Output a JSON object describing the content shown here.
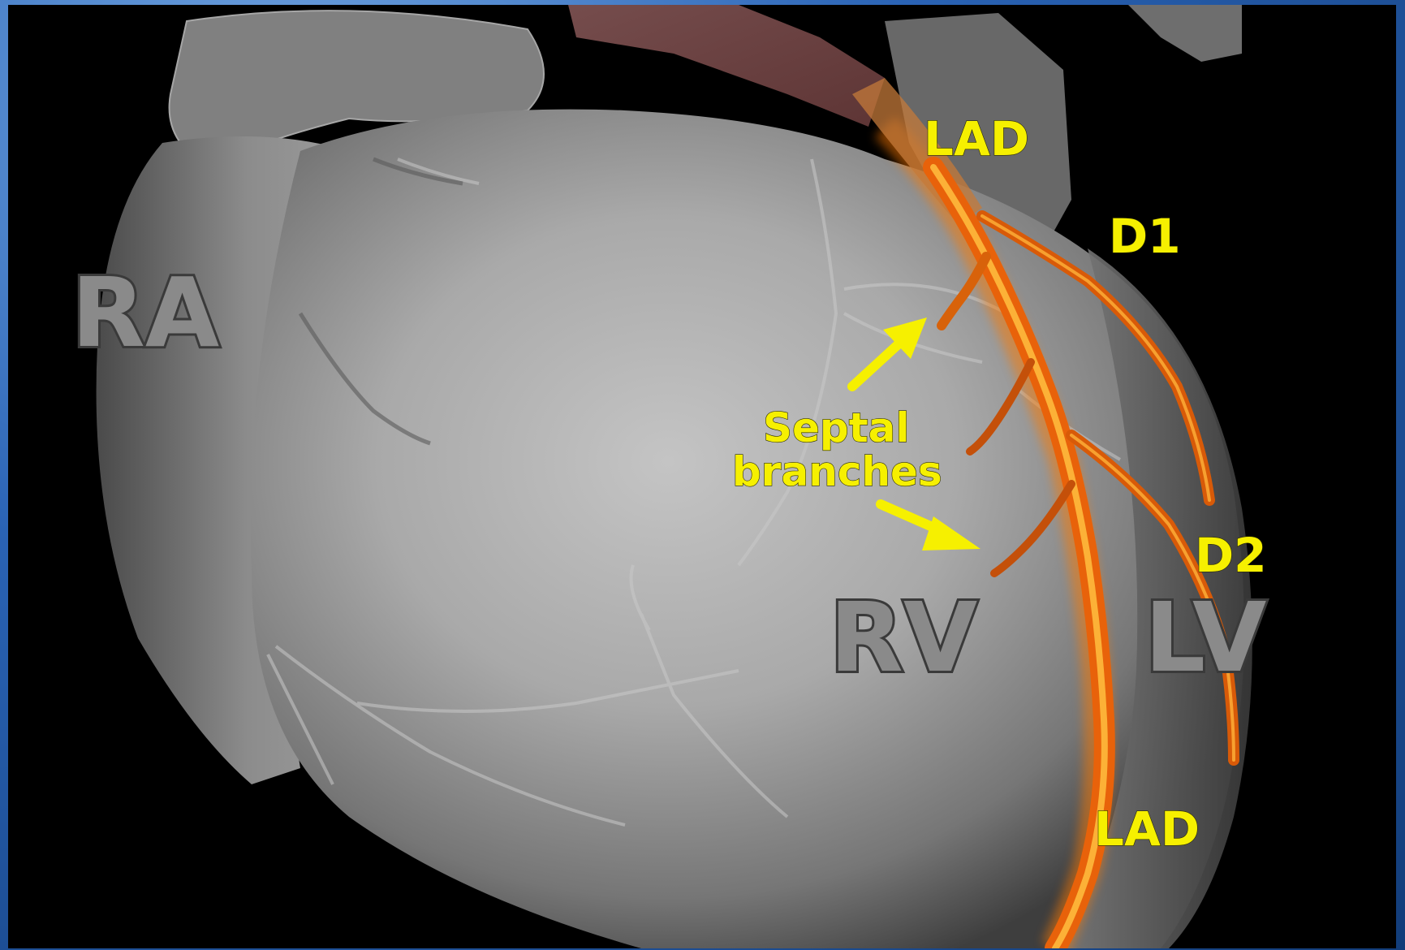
{
  "labels": {
    "lad_top": "LAD",
    "d1": "D1",
    "ra": "RA",
    "septal_line1": "Septal",
    "septal_line2": "branches",
    "d2": "D2",
    "rv": "RV",
    "lv": "LV",
    "lad_bottom": "LAD"
  },
  "colors": {
    "label_yellow": "#f6f000",
    "artery_orange": "#ff8a1a",
    "artery_highlight": "#ffd060",
    "heart_grey": "#a8a8a8",
    "background": "#000000",
    "frame_blue": "#2a63b5"
  }
}
